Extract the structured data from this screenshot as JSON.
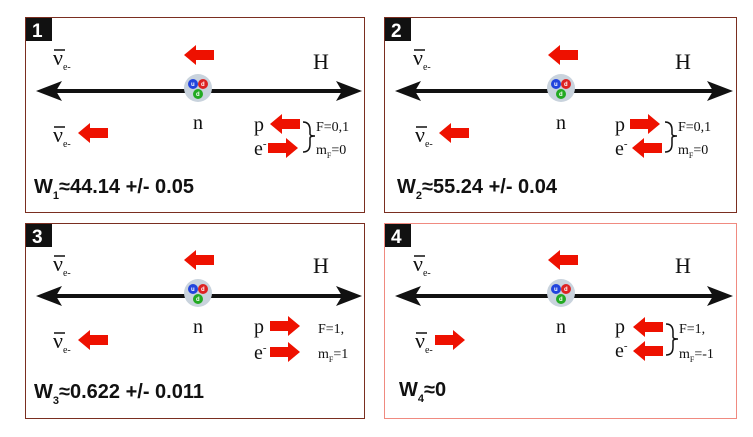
{
  "colors": {
    "border": "#7a2e20",
    "highlight_border": "#f08a80",
    "arrow_red": "#ee1100",
    "axis": "#111111",
    "badge": "#111111",
    "quark_blue": "#2244dd",
    "quark_red": "#dd2222",
    "quark_green": "#22aa22",
    "neutron_halo": "#c9d3dd"
  },
  "common": {
    "antineutrino_symbol": "ν",
    "antineutrino_sub": "e-",
    "hydrogen_label": "H",
    "neutron_label": "n",
    "proton_label": "p",
    "electron_label": "e",
    "electron_sup": "-",
    "quark_u": "u",
    "quark_d": "d"
  },
  "panels": [
    {
      "number": "1",
      "formula_prefix": "W",
      "formula_sub": "1",
      "formula_value": "≈44.14 +/- 0.05",
      "quantum_f": "F=0,1",
      "quantum_m_prefix": "m",
      "quantum_m_sub": "F",
      "quantum_m_value": "=0",
      "proton_dir": "left",
      "electron_dir": "right",
      "antineutrino_dir": "left"
    },
    {
      "number": "2",
      "formula_prefix": "W",
      "formula_sub": "2",
      "formula_value": "≈55.24 +/- 0.04",
      "quantum_f": "F=0,1",
      "quantum_m_prefix": "m",
      "quantum_m_sub": "F",
      "quantum_m_value": "=0",
      "proton_dir": "right",
      "electron_dir": "left",
      "antineutrino_dir": "left"
    },
    {
      "number": "3",
      "formula_prefix": "W",
      "formula_sub": "3",
      "formula_value": "≈0.622 +/- 0.011",
      "quantum_f": "F=1,",
      "quantum_m_prefix": "m",
      "quantum_m_sub": "F",
      "quantum_m_value": "=1",
      "proton_dir": "right",
      "electron_dir": "right",
      "antineutrino_dir": "left"
    },
    {
      "number": "4",
      "formula_prefix": "W",
      "formula_sub": "4",
      "formula_value": "≈0",
      "quantum_f": "F=1,",
      "quantum_m_prefix": "m",
      "quantum_m_sub": "F",
      "quantum_m_value": "=-1",
      "proton_dir": "left",
      "electron_dir": "left",
      "antineutrino_dir": "right"
    }
  ]
}
